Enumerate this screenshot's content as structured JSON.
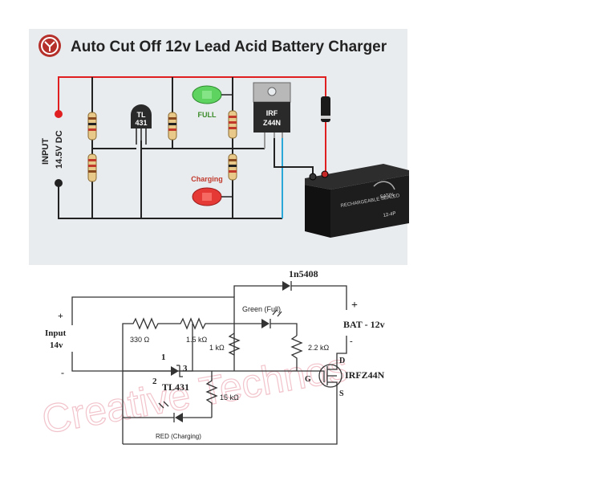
{
  "top_diagram": {
    "title": "Auto Cut Off 12v Lead Acid Battery Charger",
    "input_label_1": "INPUT",
    "input_label_2": "14.5V DC",
    "tl431_line1": "TL",
    "tl431_line2": "431",
    "mosfet_line1": "IRF",
    "mosfet_line2": "Z44N",
    "led_full_label": "FULL",
    "led_charging_label": "Charging",
    "battery_brand": "SATIN",
    "battery_model": "12-4P",
    "battery_text": "RECHARGEABLE SEALED",
    "colors": {
      "positive_wire": "#e02020",
      "negative_wire": "#222222",
      "gate_wire": "#2aa8d8",
      "background": "#e9ecef"
    }
  },
  "schematic": {
    "diode_label": "1n5408",
    "input_plus": "+",
    "input_minus": "-",
    "input_label": "Input",
    "input_voltage": "14v",
    "green_led_label": "Green (Full)",
    "red_led_label": "RED (Charging)",
    "r1": "330 Ω",
    "r2": "1.5 kΩ",
    "r3": "1 kΩ",
    "r4": "2.2 kΩ",
    "r5": "15 kΩ",
    "tl431_label": "TL431",
    "pin1": "1",
    "pin2": "2",
    "pin3": "3",
    "mosfet_label": "IRFZ44N",
    "pin_d": "D",
    "pin_g": "G",
    "pin_s": "S",
    "bat_label": "BAT - 12v",
    "bat_plus": "+",
    "bat_minus": "-",
    "watermark": "Creative Technos"
  }
}
